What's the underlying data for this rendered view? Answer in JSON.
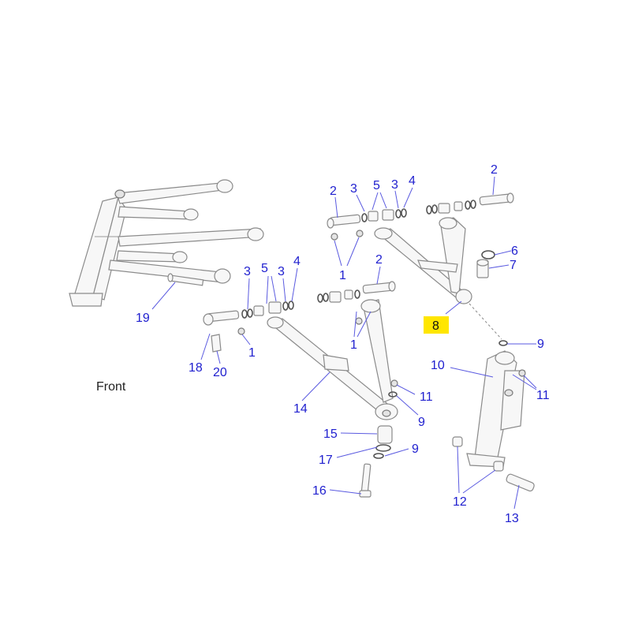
{
  "diagram": {
    "front_label": "Front",
    "highlight_color": "#ffe600",
    "callout_color": "#1f1fcf",
    "callouts": [
      {
        "id": "c2a",
        "text": "2"
      },
      {
        "id": "c3a",
        "text": "3"
      },
      {
        "id": "c5a",
        "text": "5"
      },
      {
        "id": "c3b",
        "text": "3"
      },
      {
        "id": "c4a",
        "text": "4"
      },
      {
        "id": "c2b",
        "text": "2"
      },
      {
        "id": "c1a",
        "text": "1"
      },
      {
        "id": "c6",
        "text": "6"
      },
      {
        "id": "c7",
        "text": "7"
      },
      {
        "id": "c3c",
        "text": "3"
      },
      {
        "id": "c5b",
        "text": "5"
      },
      {
        "id": "c3d",
        "text": "3"
      },
      {
        "id": "c4b",
        "text": "4"
      },
      {
        "id": "c2c",
        "text": "2"
      },
      {
        "id": "c19",
        "text": "19"
      },
      {
        "id": "c8",
        "text": "8"
      },
      {
        "id": "c9a",
        "text": "9"
      },
      {
        "id": "c1b",
        "text": "1"
      },
      {
        "id": "c18",
        "text": "18"
      },
      {
        "id": "c20",
        "text": "20"
      },
      {
        "id": "c1c",
        "text": "1"
      },
      {
        "id": "c10",
        "text": "10"
      },
      {
        "id": "c11a",
        "text": "11"
      },
      {
        "id": "c11b",
        "text": "11"
      },
      {
        "id": "c14",
        "text": "14"
      },
      {
        "id": "c9b",
        "text": "9"
      },
      {
        "id": "c15",
        "text": "15"
      },
      {
        "id": "c17",
        "text": "17"
      },
      {
        "id": "c9c",
        "text": "9"
      },
      {
        "id": "c16",
        "text": "16"
      },
      {
        "id": "c12",
        "text": "12"
      },
      {
        "id": "c13",
        "text": "13"
      }
    ]
  }
}
